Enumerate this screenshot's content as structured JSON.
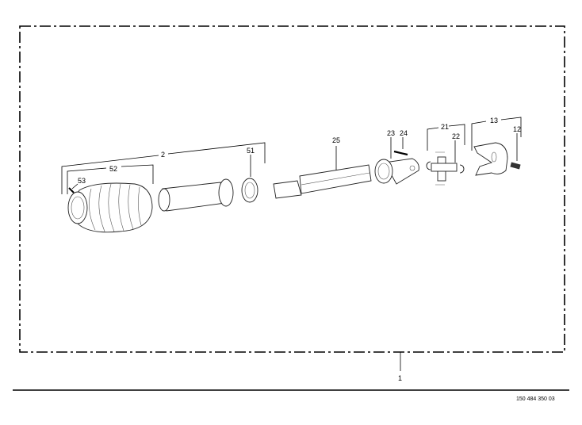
{
  "labels": {
    "assembly": "1",
    "guard_set": "2",
    "guard_cone": "52",
    "screw": "53",
    "bearing_ring": "51",
    "inner_tube": "25",
    "yoke": "23",
    "pin": "24",
    "cross_kit": "21",
    "circlip": "22",
    "outer_yoke": "13",
    "lock_bolt": "12"
  },
  "drawing_number": "150 484 350 03"
}
